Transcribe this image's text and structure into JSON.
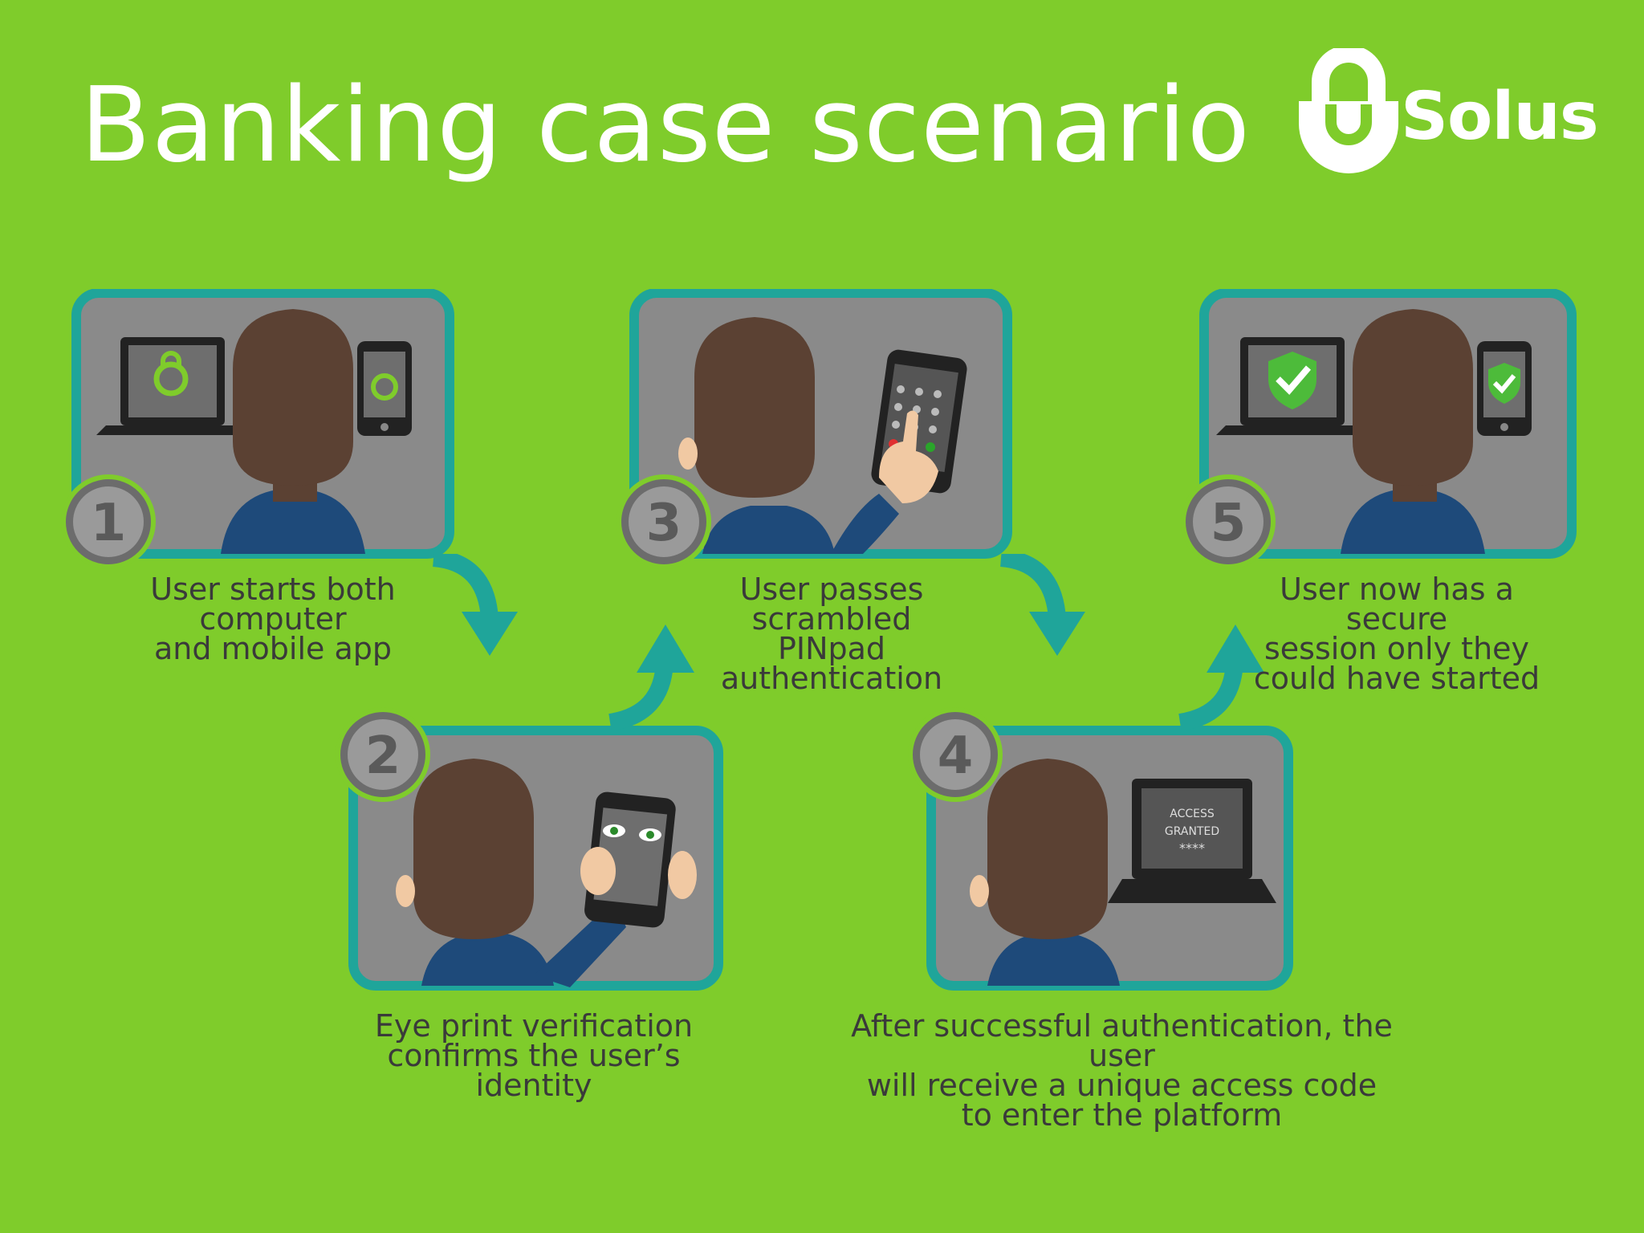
{
  "header": {
    "title": "Banking case scenario"
  },
  "logo": {
    "name": "Solus"
  },
  "colors": {
    "background": "#7fcc2b",
    "panel_border": "#1fa59a",
    "panel_fill": "#8a8a8a",
    "badge": "#6c6c6c",
    "arrow": "#1fa59a",
    "hair": "#5b4133",
    "shirt": "#1e4a7a"
  },
  "steps": [
    {
      "number": "1",
      "caption": "User starts both\ncomputer\nand mobile app"
    },
    {
      "number": "2",
      "caption": "Eye print verification\nconfirms the user’s\nidentity"
    },
    {
      "number": "3",
      "caption": "User passes\nscrambled\nPINpad\nauthentication"
    },
    {
      "number": "4",
      "caption": "After successful authentication, the\nuser\nwill receive a unique access code\nto enter the platform"
    },
    {
      "number": "5",
      "caption": "User now has a\nsecure\nsession only they\ncould have started"
    }
  ],
  "screen_text": {
    "line1": "ACCESS",
    "line2": "GRANTED",
    "line3": "****"
  }
}
